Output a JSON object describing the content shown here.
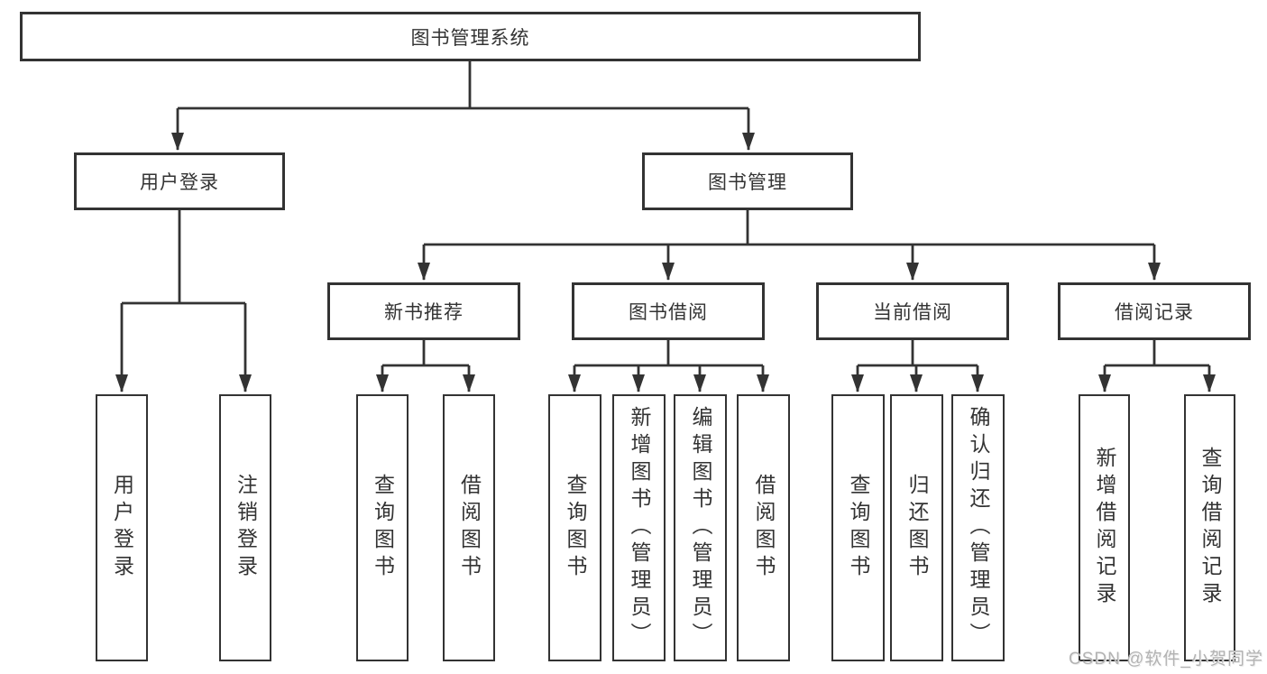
{
  "colors": {
    "line": "#333333",
    "box_border": "#333333",
    "text": "#333333",
    "background": "#ffffff",
    "watermark": "#b3b3b3"
  },
  "watermark": {
    "text": "CSDN @软件_小贺同学"
  },
  "tree": {
    "label": "图书管理系统",
    "children": [
      {
        "label": "用户登录",
        "children": [
          {
            "label": "用户登录"
          },
          {
            "label": "注销登录"
          }
        ]
      },
      {
        "label": "图书管理",
        "children": [
          {
            "label": "新书推荐",
            "children": [
              {
                "label": "查询图书"
              },
              {
                "label": "借阅图书"
              }
            ]
          },
          {
            "label": "图书借阅",
            "children": [
              {
                "label": "查询图书"
              },
              {
                "label": "新增图书（管理员）"
              },
              {
                "label": "编辑图书（管理员）"
              },
              {
                "label": "借阅图书"
              }
            ]
          },
          {
            "label": "当前借阅",
            "children": [
              {
                "label": "查询图书"
              },
              {
                "label": "归还图书"
              },
              {
                "label": "确认归还（管理员）"
              }
            ]
          },
          {
            "label": "借阅记录",
            "children": [
              {
                "label": "新增借阅记录"
              },
              {
                "label": "查询借阅记录"
              }
            ]
          }
        ]
      }
    ]
  }
}
